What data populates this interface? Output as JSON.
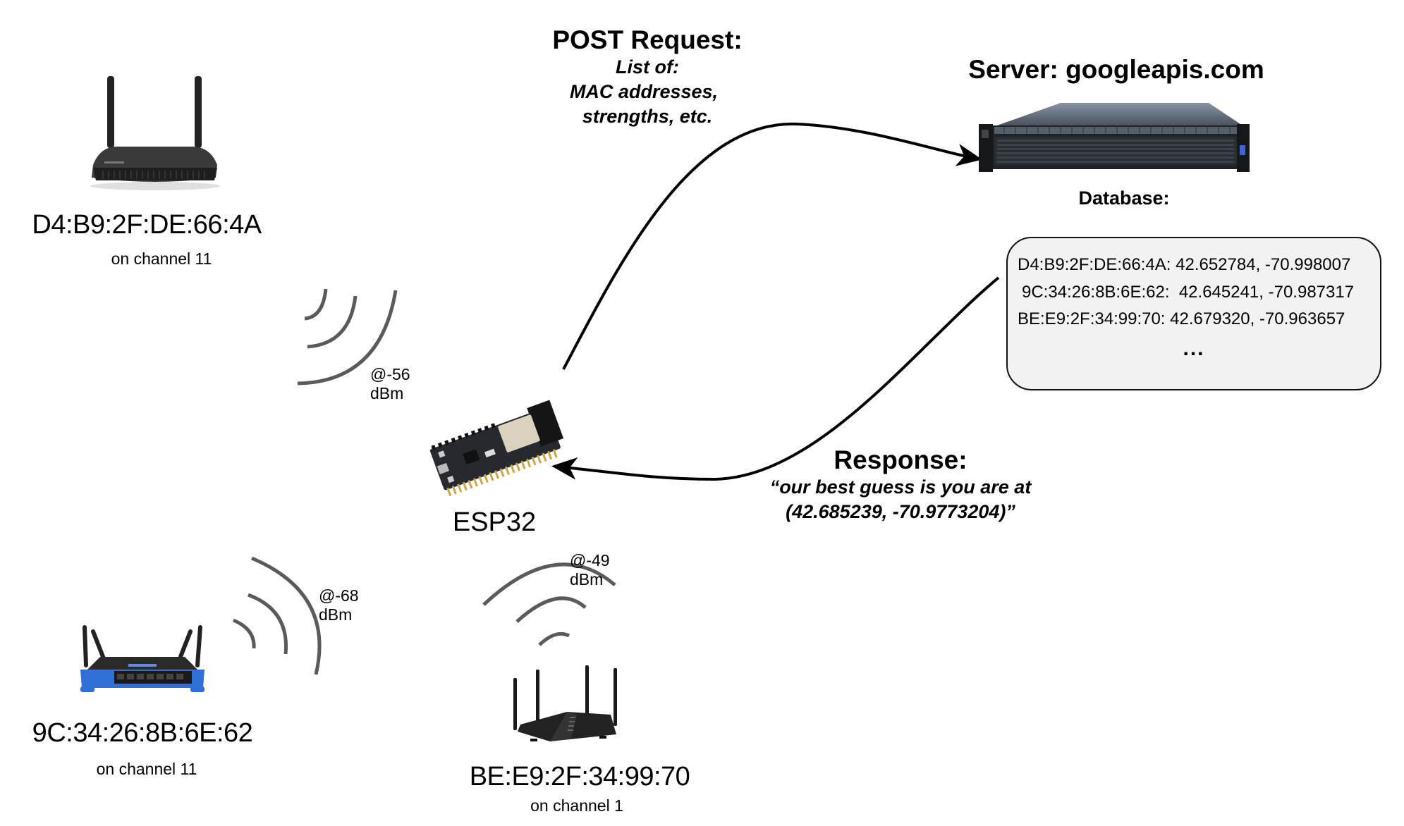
{
  "access_points": [
    {
      "mac": "D4:B9:2F:DE:66:4A",
      "channel_label": "on channel 11",
      "signal_label": "@-56 dBm",
      "signal_dbm": -56,
      "device_style": "dark-2-antenna-router"
    },
    {
      "mac": "9C:34:26:8B:6E:62",
      "channel_label": "on channel 11",
      "signal_label": "@-68 dBm",
      "signal_dbm": -68,
      "device_style": "blue-4-antenna-router"
    },
    {
      "mac": "BE:E9:2F:34:99:70",
      "channel_label": "on channel 1",
      "signal_label": "@-49 dBm",
      "signal_dbm": -49,
      "device_style": "black-4-antenna-router"
    }
  ],
  "client": {
    "label": "ESP32"
  },
  "request": {
    "title": "POST Request:",
    "lines": [
      "List of:",
      "MAC addresses,",
      "strengths, etc."
    ]
  },
  "server": {
    "title": "Server: googleapis.com",
    "database_label": "Database:",
    "database_rows": [
      {
        "mac": "D4:B9:2F:DE:66:4A:",
        "coords": "42.652784, -70.998007"
      },
      {
        "mac": "9C:34:26:8B:6E:62:",
        "coords": " 42.645241, -70.987317"
      },
      {
        "mac": "BE:E9:2F:34:99:70:",
        "coords": "42.679320, -70.963657"
      }
    ],
    "database_more": "..."
  },
  "response": {
    "title": "Response:",
    "lines": [
      "“our best guess is you are at",
      "(42.685239, -70.9773204)”"
    ]
  },
  "colors": {
    "signal_arc": "#5a5a5a",
    "arrow": "#000000",
    "db_fill": "#f2f2f2",
    "router_blue": "#2f6fd6",
    "router_dark": "#2b2b2b"
  }
}
